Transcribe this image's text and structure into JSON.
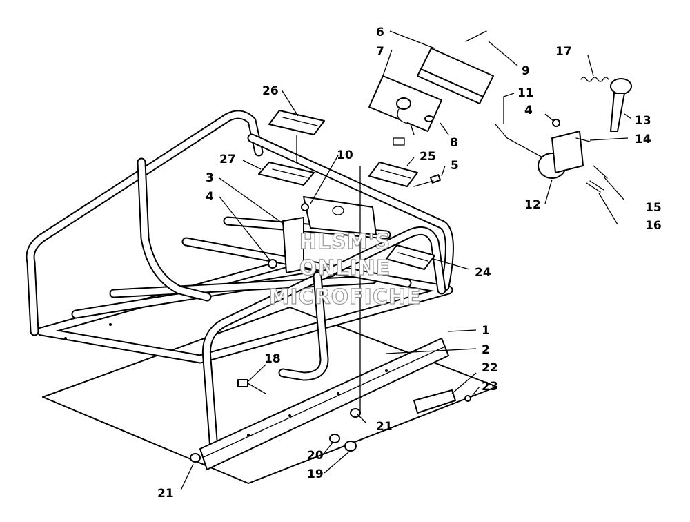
{
  "watermark": {
    "line1": "HLSM'S",
    "line2": "ONLINE",
    "line3": "MICROFICHE",
    "color": "#9a9a9a"
  },
  "callouts": {
    "c1": "1",
    "c2": "2",
    "c3": "3",
    "c4a": "4",
    "c4b": "4",
    "c5": "5",
    "c6": "6",
    "c7": "7",
    "c8": "8",
    "c9": "9",
    "c10": "10",
    "c11": "11",
    "c12": "12",
    "c13": "13",
    "c14": "14",
    "c15": "15",
    "c16": "16",
    "c17": "17",
    "c18": "18",
    "c19": "19",
    "c20": "20",
    "c21a": "21",
    "c21b": "21",
    "c22": "22",
    "c23": "23",
    "c24": "24",
    "c25": "25",
    "c26": "26",
    "c27": "27"
  },
  "colors": {
    "ink": "#000000",
    "paper": "#ffffff"
  }
}
